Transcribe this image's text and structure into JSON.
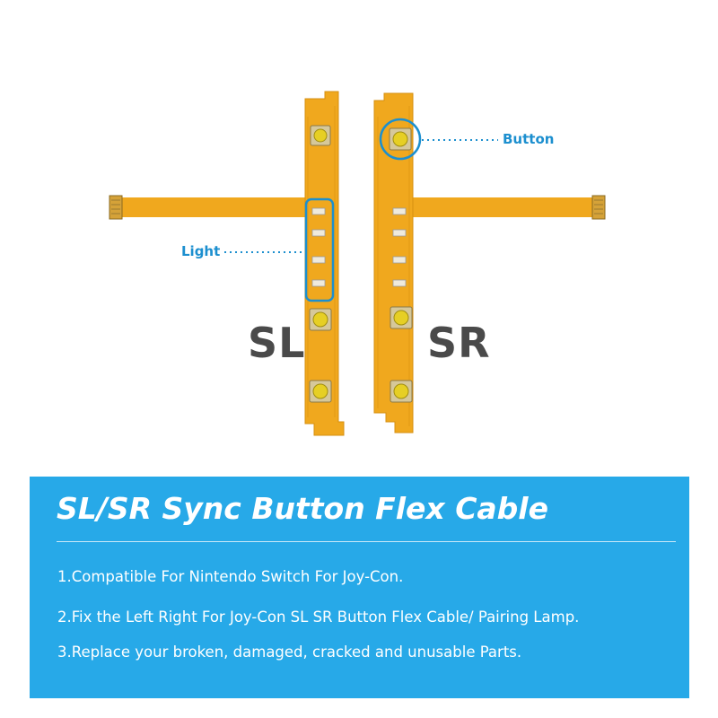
{
  "labels": {
    "left": "SL",
    "right": "SR"
  },
  "callouts": {
    "button": "Button",
    "light": "Light"
  },
  "panel": {
    "title": "SL/SR Sync Button Flex Cable",
    "features": [
      "1.Compatible For Nintendo Switch For Joy-Con.",
      "2.Fix the Left Right For Joy-Con SL SR Button Flex Cable/ Pairing Lamp.",
      "3.Replace your broken, damaged, cracked and unusable Parts."
    ]
  },
  "colors": {
    "pcb": "#f0a81e",
    "accent": "#1c8fcf",
    "panel": "#27a9e8"
  }
}
